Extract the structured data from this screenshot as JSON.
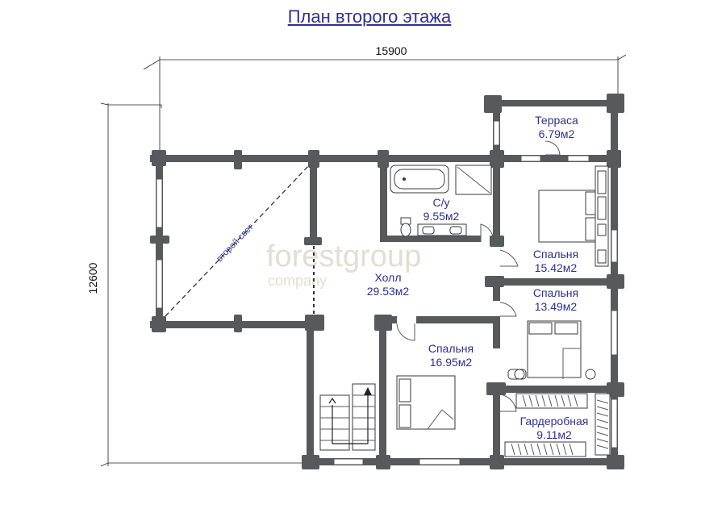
{
  "title": "План второго этажа",
  "dimensions": {
    "width": "15900",
    "height": "12600"
  },
  "rooms": {
    "terrace": {
      "name": "Терраса",
      "area": "6.79м2"
    },
    "bath": {
      "name": "С/у",
      "area": "9.55м2"
    },
    "bedroom1": {
      "name": "Спальня",
      "area": "15.42м2"
    },
    "hall": {
      "name": "Холл",
      "area": "29.53м2"
    },
    "bedroom2": {
      "name": "Спальня",
      "area": "13.49м2"
    },
    "bedroom3": {
      "name": "Спальня",
      "area": "16.95м2"
    },
    "wardrobe": {
      "name": "Гардеробная",
      "area": "9.11м2"
    }
  },
  "second_light": "второй свет",
  "watermark": {
    "line1": "forestgroup",
    "line2": "company"
  },
  "colors": {
    "title": "#2e3192",
    "walls": "#58595b",
    "labels": "#2e3192"
  }
}
